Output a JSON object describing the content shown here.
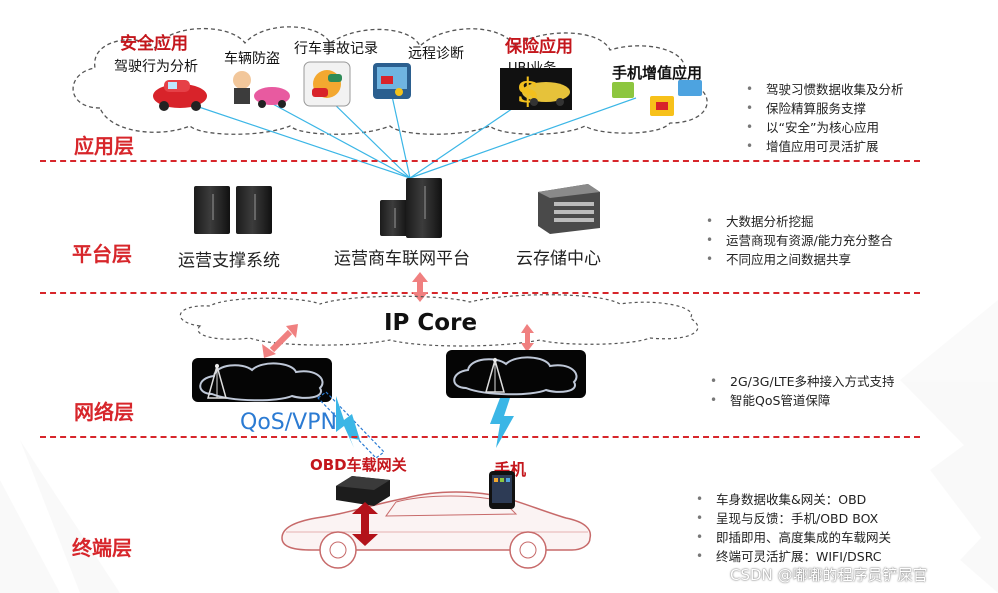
{
  "layers": {
    "application": "应用层",
    "platform": "平台层",
    "network": "网络层",
    "terminal": "终端层"
  },
  "application_layer": {
    "safety_title": "安全应用",
    "safety_items": [
      "驾驶行为分析",
      "车辆防盗",
      "行车事故记录",
      "远程诊断"
    ],
    "insurance_title": "保险应用",
    "insurance_item": "UBI业务",
    "mobile_title": "手机增值应用",
    "bullets": [
      "驾驶习惯数据收集及分析",
      "保险精算服务支撑",
      "以“安全”为核心应用",
      "增值应用可灵活扩展"
    ]
  },
  "platform_layer": {
    "systems": [
      "运营支撑系统",
      "运营商车联网平台",
      "云存储中心"
    ],
    "bullets": [
      "大数据分析挖掘",
      "运营商现有资源/能力充分整合",
      "不同应用之间数据共享"
    ]
  },
  "network_layer": {
    "core": "IP Core",
    "qos": "QoS/VPN",
    "bullets": [
      "2G/3G/LTE多种接入方式支持",
      "智能QoS管道保障"
    ]
  },
  "terminal_layer": {
    "obd": "OBD车载网关",
    "phone": "手机",
    "bullets": [
      "车身数据收集&网关：OBD",
      "呈现与反馈：手机/OBD BOX",
      "即插即用、高度集成的车载网关",
      "终端可灵活扩展：WIFI/DSRC"
    ]
  },
  "watermark": "CSDN @嘟嘟的程序员铲屎官",
  "colors": {
    "accent_red": "#d7262b",
    "line_blue": "#3bb6e6",
    "arrow_pink": "#f08080",
    "qos_blue": "#2b7bd3"
  },
  "icons": {
    "driving_analysis": "red-car-cartoon-icon",
    "anti_theft": "thief-car-cartoon-icon",
    "accident_record": "accident-record-icon",
    "remote_diagnosis": "remote-diagnosis-icon",
    "ubi": "dollar-car-icon",
    "mobile_apps": "mobile-app-icons",
    "base_station": "cell-tower-icon",
    "lightning": "wireless-lightning-icon",
    "obd": "obd-device-icon",
    "phone": "smartphone-icon",
    "car": "sedan-outline-icon"
  }
}
